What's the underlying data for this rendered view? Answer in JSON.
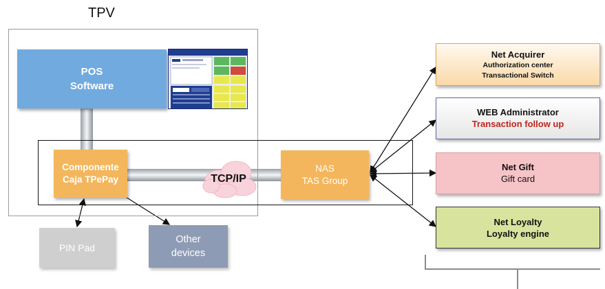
{
  "title": "TPV",
  "pos_software": {
    "line1": "POS",
    "line2": "Software"
  },
  "componente": {
    "line1": "Componente",
    "line2": "Caja TPePay"
  },
  "nas": {
    "line1": "NAS",
    "line2": "TAS Group"
  },
  "tcpip": "TCP/IP",
  "pin_pad": "PIN Pad",
  "other_devices": {
    "line1": "Other",
    "line2": "devices"
  },
  "net_acquirer": {
    "title": "Net Acquirer",
    "line1": "Authorization center",
    "line2": "Transactional Switch"
  },
  "web_admin": {
    "title": "WEB Administrator",
    "line1": "Transaction follow up"
  },
  "net_gift": {
    "title": "Net Gift",
    "line1": "Gift card"
  },
  "net_loyalty": {
    "title": "Net Loyalty",
    "line1": "Loyalty engine"
  },
  "colors": {
    "pos": "#71aade",
    "orange": "#f4b65c",
    "pin_pad": "#cfcfcf",
    "other_devices": "#8e9bb4",
    "acquirer": "#fbd9a8",
    "gift": "#f6c3c7",
    "loyalty": "#d8e49d",
    "red_text": "#c0241c"
  }
}
